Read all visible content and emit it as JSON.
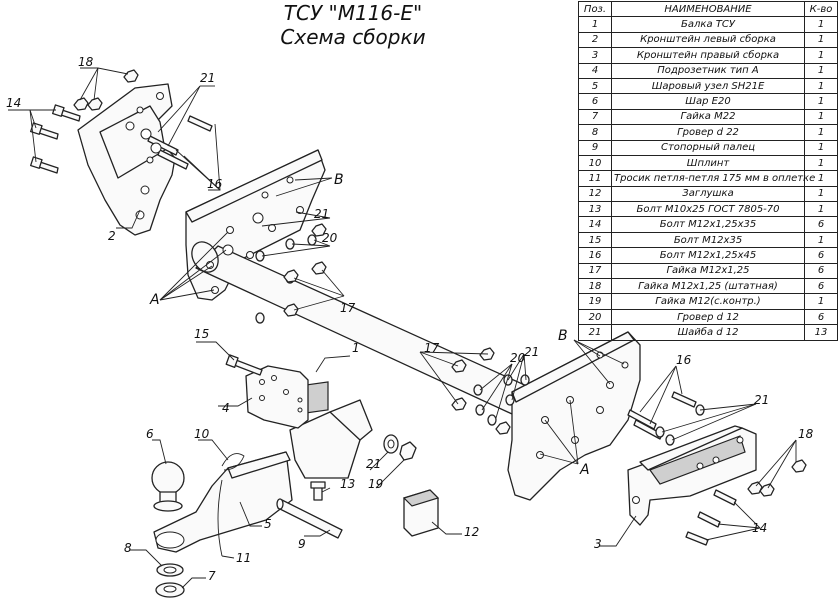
{
  "title": "ТСУ \"M116-E\"",
  "subtitle": "Схема сборки",
  "table": {
    "headers": [
      "Поз.",
      "НАИМЕНОВАНИЕ",
      "К-во"
    ],
    "rows": [
      {
        "pos": "1",
        "name": "Балка ТСУ",
        "qty": "1"
      },
      {
        "pos": "2",
        "name": "Кронштейн левый сборка",
        "qty": "1"
      },
      {
        "pos": "3",
        "name": "Кронштейн правый сборка",
        "qty": "1"
      },
      {
        "pos": "4",
        "name": "Подрозетник тип А",
        "qty": "1"
      },
      {
        "pos": "5",
        "name": "Шаровый узел SH21E",
        "qty": "1"
      },
      {
        "pos": "6",
        "name": "Шар E20",
        "qty": "1"
      },
      {
        "pos": "7",
        "name": "Гайка М22",
        "qty": "1"
      },
      {
        "pos": "8",
        "name": "Гровер d 22",
        "qty": "1"
      },
      {
        "pos": "9",
        "name": "Стопорный палец",
        "qty": "1"
      },
      {
        "pos": "10",
        "name": "Шплинт",
        "qty": "1"
      },
      {
        "pos": "11",
        "name": "Тросик петля-петля 175 мм в оплетке",
        "qty": "1"
      },
      {
        "pos": "12",
        "name": "Заглушка",
        "qty": "1"
      },
      {
        "pos": "13",
        "name": "Болт М10х25 ГОСТ 7805-70",
        "qty": "1"
      },
      {
        "pos": "14",
        "name": "Болт М12х1,25х35",
        "qty": "6"
      },
      {
        "pos": "15",
        "name": "Болт М12х35",
        "qty": "1"
      },
      {
        "pos": "16",
        "name": "Болт М12х1,25х45",
        "qty": "6"
      },
      {
        "pos": "17",
        "name": "Гайка М12х1,25",
        "qty": "6"
      },
      {
        "pos": "18",
        "name": "Гайка М12х1,25 (штатная)",
        "qty": "6"
      },
      {
        "pos": "19",
        "name": "Гайка М12(с.контр.)",
        "qty": "1"
      },
      {
        "pos": "20",
        "name": "Гровер d 12",
        "qty": "6"
      },
      {
        "pos": "21",
        "name": "Шайба d 12",
        "qty": "13"
      }
    ]
  },
  "callouts": {
    "p1": "1",
    "p2": "2",
    "p3": "3",
    "p4": "4",
    "p5": "5",
    "p6": "6",
    "p7": "7",
    "p8": "8",
    "p9": "9",
    "p10": "10",
    "p11": "11",
    "p12": "12",
    "p13": "13",
    "p14": "14",
    "p15": "15",
    "p16": "16",
    "p17": "17",
    "p18": "18",
    "p19": "19",
    "p20": "20",
    "p21": "21",
    "pA": "A",
    "pB": "B"
  }
}
